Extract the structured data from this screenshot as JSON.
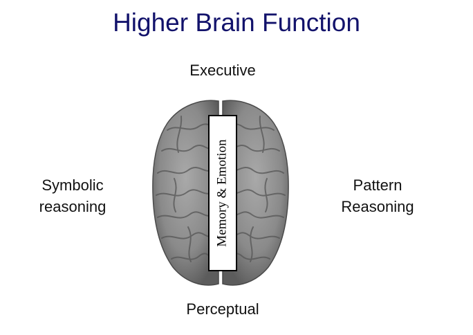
{
  "slide": {
    "title": "Higher Brain Function",
    "labels": {
      "top": "Executive",
      "bottom": "Perceptual",
      "left": [
        "Symbolic",
        "reasoning"
      ],
      "right": [
        "Pattern",
        "Reasoning"
      ]
    },
    "center_label": "Memory & Emotion",
    "colors": {
      "title": "#12126b",
      "brain": "#8a8a8a"
    }
  }
}
